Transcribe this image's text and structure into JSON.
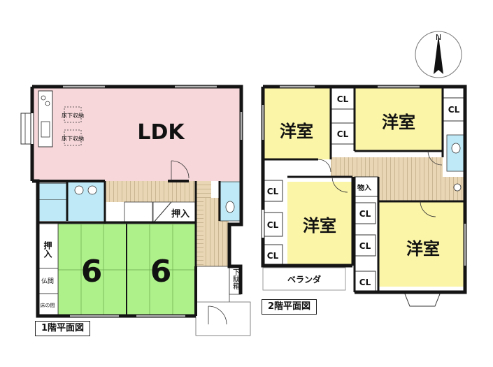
{
  "compass": {
    "north_label": "N"
  },
  "floor1": {
    "caption": "1階平面図",
    "ldk": "LDK",
    "underfloor_storage_1": "床下収納",
    "underfloor_storage_2": "床下収納",
    "tatami_room_1": "6",
    "tatami_room_2": "6",
    "oshiire_center": "押入",
    "oshiire_left": "押入",
    "butsuma": "仏間",
    "tokonoma": "床の間",
    "geta_box": "下駄箱"
  },
  "floor2": {
    "caption": "2階平面図",
    "room_nw": "洋室",
    "room_ne": "洋室",
    "room_sw": "洋室",
    "room_se": "洋室",
    "closet": "CL",
    "storage": "物入",
    "veranda": "ベランダ"
  },
  "colors": {
    "ldk": "#f7d7da",
    "tatami": "#aef08a",
    "yoshitsu": "#fbf5a8",
    "water": "#bfe9f6",
    "wall": "#141414",
    "stairs": "#e9d6b4"
  }
}
